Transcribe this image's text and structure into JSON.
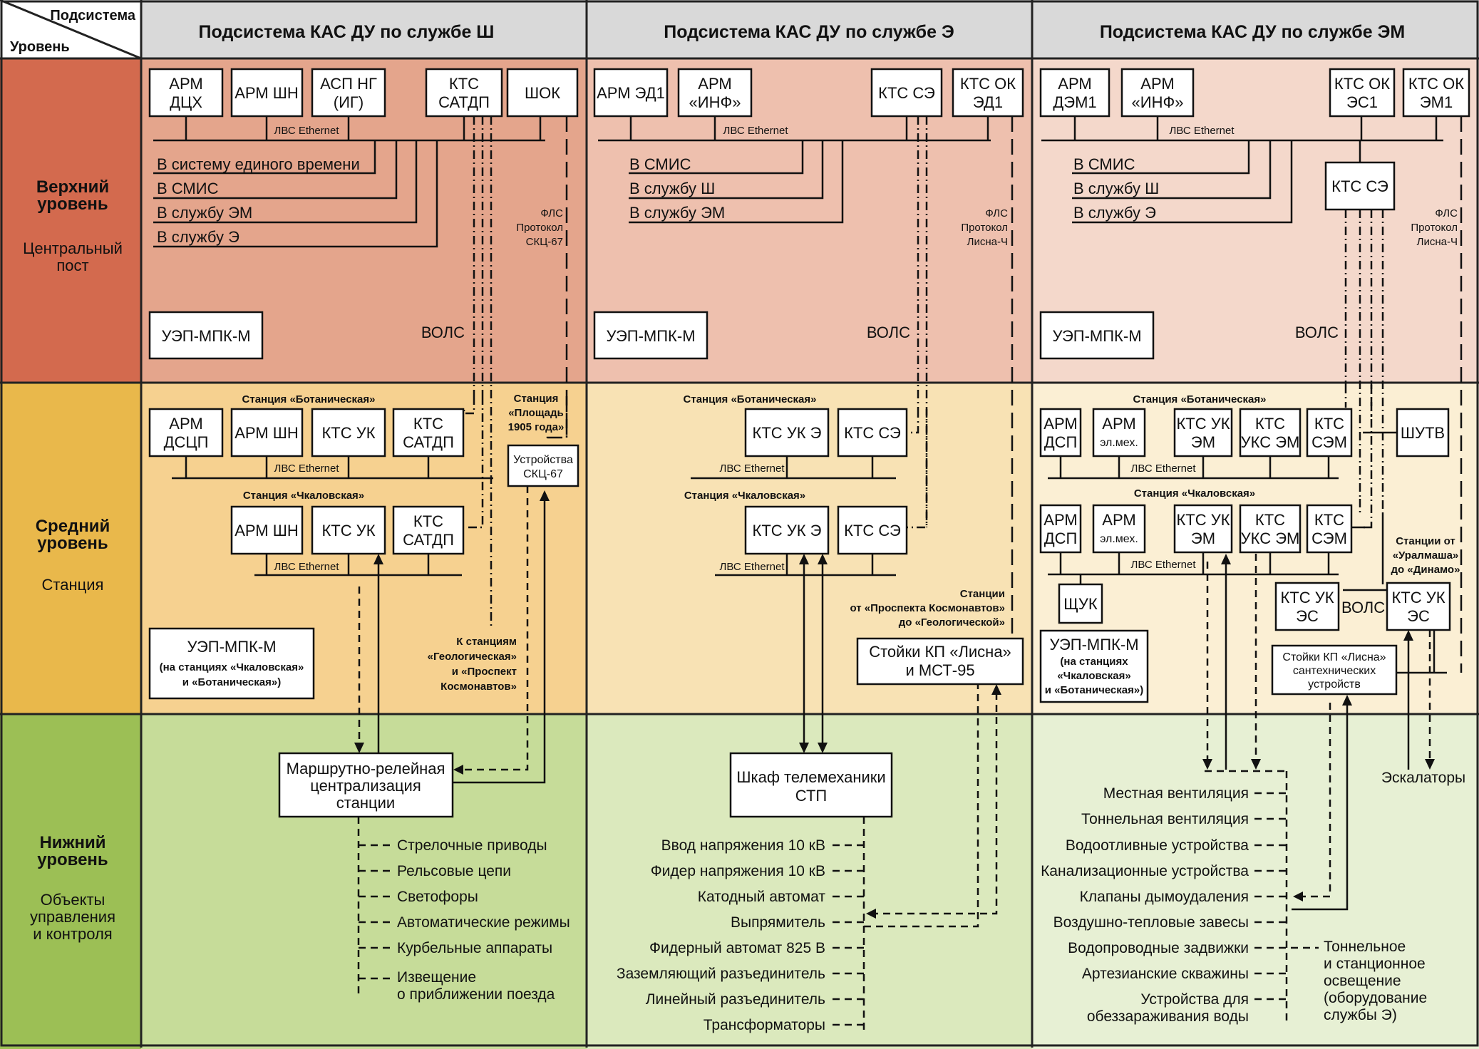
{
  "corner": {
    "top": "Подсистема",
    "bottom": "Уровень"
  },
  "columns": [
    {
      "title": "Подсистема КАС ДУ по службе Ш"
    },
    {
      "title": "Подсистема КАС ДУ по службе Э"
    },
    {
      "title": "Подсистема КАС ДУ по службе ЭМ"
    }
  ],
  "levels": [
    {
      "title": [
        "Верхний",
        "уровень"
      ],
      "sub": [
        "Центральный",
        "пост"
      ]
    },
    {
      "title": [
        "Средний",
        "уровень"
      ],
      "sub": [
        "Станция"
      ]
    },
    {
      "title": [
        "Нижний",
        "уровень"
      ],
      "sub": [
        "Объекты",
        "управления",
        "и контроля"
      ]
    }
  ],
  "colors": {
    "upper_left": "#d36a4e",
    "upper_sh": "#e4a58c",
    "upper_e": "#eec0ae",
    "upper_em": "#f4d8cb",
    "mid_left": "#e9b84b",
    "mid_sh": "#f6d190",
    "mid_e": "#f8e2b4",
    "mid_em": "#fbefd4",
    "low_left": "#9cbf55",
    "low_sh": "#c6dc99",
    "low_e": "#dbe9bd",
    "low_em": "#e7f0d4",
    "header": "#d9d9d9"
  },
  "sh": {
    "upper_boxes": [
      [
        "АРМ",
        "ДЦХ"
      ],
      [
        "АРМ ШН"
      ],
      [
        "АСП НГ",
        "(ИГ)"
      ],
      [
        "КТС",
        "САТДП"
      ],
      [
        "ШОК"
      ]
    ],
    "lan": "ЛВС Ethernet",
    "outputs": [
      "В систему единого времени",
      "В СМИС",
      "В службу ЭМ",
      "В службу Э"
    ],
    "fls": [
      "ФЛС",
      "Протокол",
      "СКЦ-67"
    ],
    "vols": "ВОЛС",
    "uep": "УЭП-МПК-М",
    "station1": "Станция «Ботаническая»",
    "station1_boxes": [
      [
        "АРМ",
        "ДСЦП"
      ],
      [
        "АРМ ШН"
      ],
      [
        "КТС УК"
      ],
      [
        "КТС",
        "САТДП"
      ]
    ],
    "station_p1905": [
      "Станция",
      "«Площадь",
      "1905 года»"
    ],
    "skc": [
      "Устройства",
      "СКЦ-67"
    ],
    "station2": "Станция «Чкаловская»",
    "station2_boxes": [
      [
        "АРМ ШН"
      ],
      [
        "КТС УК"
      ],
      [
        "КТС",
        "САТДП"
      ]
    ],
    "uep_mid": [
      "УЭП-МПК-М",
      "(на станциях «Чкаловская»",
      "и «Ботаническая»)"
    ],
    "to_stations": [
      "К станциям",
      "«Геологическая»",
      "и «Проспект",
      "Космонавтов»"
    ],
    "mrc": [
      "Маршрутно-релейная",
      "централизация",
      "станции"
    ],
    "objects": [
      "Стрелочные приводы",
      "Рельсовые цепи",
      "Светофоры",
      "Автоматические режимы",
      "Курбельные аппараты"
    ],
    "obj_last": [
      "Извещение",
      "о приближении поезда"
    ]
  },
  "e": {
    "upper_boxes": [
      [
        "АРМ ЭД1"
      ],
      [
        "АРМ",
        "«ИНФ»"
      ],
      [
        "КТС СЭ"
      ],
      [
        "КТС ОК",
        "ЭД1"
      ]
    ],
    "outputs": [
      "В СМИС",
      "В службу Ш",
      "В службу ЭМ"
    ],
    "fls": [
      "ФЛС",
      "Протокол",
      "Лисна-Ч"
    ],
    "station1_boxes": [
      [
        "КТС УК Э"
      ],
      [
        "КТС СЭ"
      ]
    ],
    "station2_boxes": [
      [
        "КТС УК Э"
      ],
      [
        "КТС СЭ"
      ]
    ],
    "stations_note": [
      "Станции",
      "от «Проспекта Космонавтов»",
      "до «Геологической»"
    ],
    "kp": [
      "Стойки КП «Лисна»",
      "и МСТ-95"
    ],
    "stp": [
      "Шкаф телемеханики",
      "СТП"
    ],
    "objects": [
      "Ввод напряжения 10 кВ",
      "Фидер напряжения 10 кВ",
      "Катодный автомат",
      "Выпрямитель",
      "Фидерный автомат 825 В",
      "Заземляющий разъединитель",
      "Линейный разъединитель",
      "Трансформаторы"
    ]
  },
  "em": {
    "upper_boxes": [
      [
        "АРМ",
        "ДЭМ1"
      ],
      [
        "АРМ",
        "«ИНФ»"
      ],
      [
        "КТС ОК",
        "ЭС1"
      ],
      [
        "КТС ОК",
        "ЭМ1"
      ]
    ],
    "kts_se": "КТС СЭ",
    "outputs": [
      "В СМИС",
      "В службу Ш",
      "В службу Э"
    ],
    "station1_boxes": [
      [
        "АРМ",
        "ДСП"
      ],
      [
        "АРМ",
        "эл.мех."
      ],
      [
        "КТС УК",
        "ЭМ"
      ],
      [
        "КТС",
        "УКС ЭМ"
      ],
      [
        "КТС",
        "СЭМ"
      ]
    ],
    "shutv": "ШУТВ",
    "station2_boxes": [
      [
        "АРМ",
        "ДСП"
      ],
      [
        "АРМ",
        "эл.мех."
      ],
      [
        "КТС УК",
        "ЭМ"
      ],
      [
        "КТС",
        "УКС ЭМ"
      ],
      [
        "КТС",
        "СЭМ"
      ]
    ],
    "shuk": "ЩУК",
    "kts_uk_es": [
      "КТС УК",
      "ЭС"
    ],
    "uralmash": [
      "Станции от",
      "«Уралмаша»",
      "до «Динамо»"
    ],
    "uep_mid": [
      "УЭП-МПК-М",
      "(на станциях",
      "«Чкаловская»",
      "и «Ботаническая»)"
    ],
    "kp": [
      "Стойки КП «Лисна»",
      "сантехнических",
      "устройств"
    ],
    "escalators": "Эскалаторы",
    "objects": [
      "Местная вентиляция",
      "Тоннельная вентиляция",
      "Водоотливные устройства",
      "Канализационные устройства",
      "Клапаны дымоудаления",
      "Воздушно-тепловые завесы",
      "Водопроводные задвижки",
      "Артезианские скважины"
    ],
    "obj_last": [
      "Устройства для",
      "обеззараживания воды"
    ],
    "lighting": [
      "Тоннельное",
      "и станционное",
      "освещение",
      "(оборудование",
      "службы Э)"
    ]
  }
}
